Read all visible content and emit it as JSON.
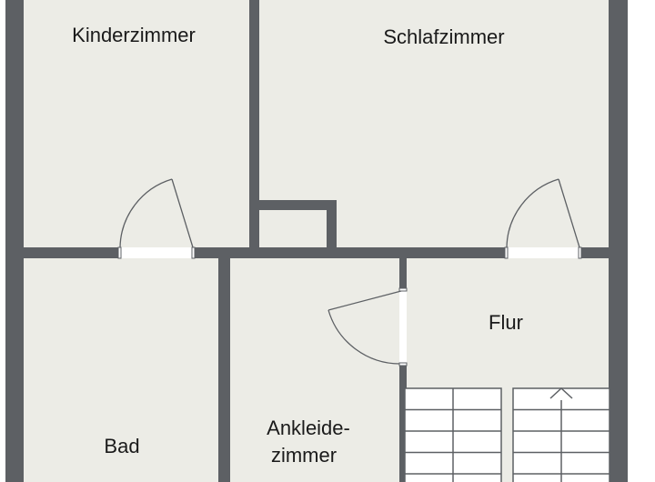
{
  "floorplan": {
    "rooms": {
      "kinderzimmer": "Kinderzimmer",
      "schlafzimmer": "Schlafzimmer",
      "flur": "Flur",
      "bad": "Bad",
      "ankleide_line1": "Ankleide-",
      "ankleide_line2": "zimmer"
    }
  },
  "colors": {
    "wall": "#5d6064",
    "floor": "#ecece6",
    "background": "#ffffff"
  }
}
